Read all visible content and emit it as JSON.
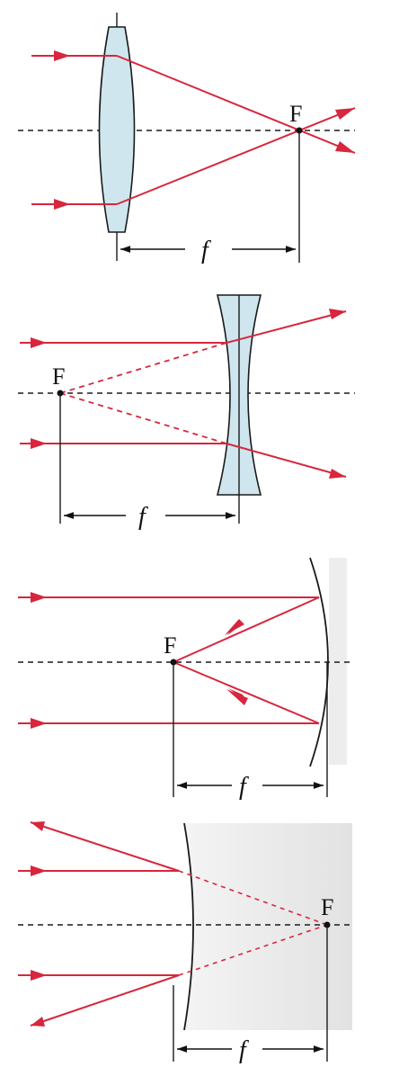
{
  "diagrams": [
    {
      "focal_point_label": "F",
      "focal_length_label": "f"
    },
    {
      "focal_point_label": "F",
      "focal_length_label": "f"
    },
    {
      "focal_point_label": "F",
      "focal_length_label": "f"
    },
    {
      "focal_point_label": "F",
      "focal_length_label": "f"
    }
  ],
  "colors": {
    "ray": "#d7263d",
    "lens_fill": "#cfe6ee",
    "lens_stroke": "#1a1a1a",
    "axis": "#1a1a1a",
    "mirror_backing": "#e6e6e6"
  }
}
